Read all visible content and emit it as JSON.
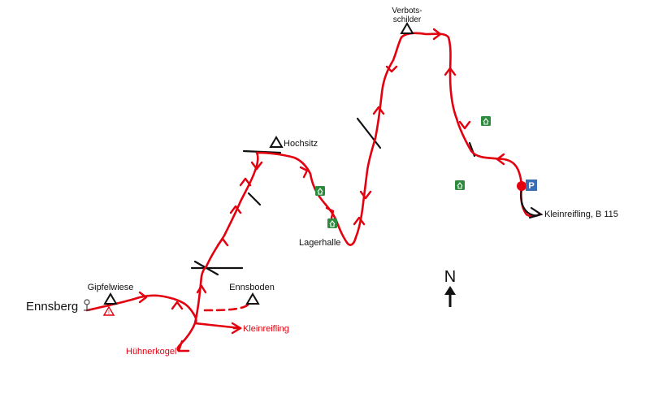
{
  "colors": {
    "route": "#e3000f",
    "text": "#111111",
    "label_red": "#e3000f",
    "parking": "#3a6fb5",
    "hut": "#2e8b3e"
  },
  "labels": {
    "verbot_line1": "Verbots-",
    "verbot_line2": "schilder",
    "hochsitz": "Hochsitz",
    "lagerhalle": "Lagerhalle",
    "ennsboden": "Ennsboden",
    "gipfelwiese": "Gipfelwiese",
    "ennsberg": "Ennsberg",
    "kleinreifling_b115": "Kleinreifling, B 115",
    "kleinreifling": "Kleinreifling",
    "huehnerkogel": "Hühnerkogel",
    "north": "N",
    "parking": "P"
  },
  "icons": {
    "summit": "triangle-summit-icon",
    "parking": "parking-icon",
    "hut": "hut-icon",
    "start": "start-point-icon",
    "warning": "warning-triangle-icon",
    "north_arrow": "north-arrow-icon"
  }
}
